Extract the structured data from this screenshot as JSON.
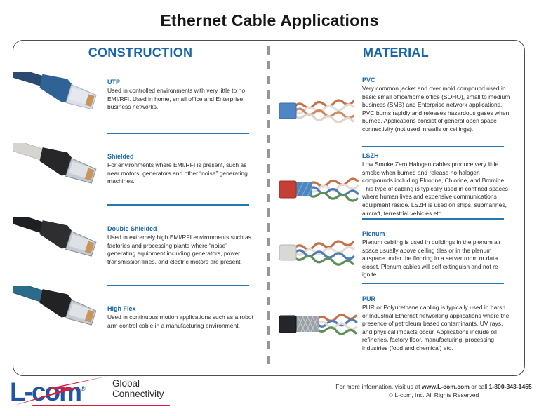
{
  "page": {
    "title": "Ethernet Cable Applications"
  },
  "columns": {
    "construction": {
      "heading": "CONSTRUCTION",
      "items": [
        {
          "title": "UTP",
          "photo": "blue-utp-patch-cable",
          "description": "Used in controlled environments with very little to no EMI/RFI. Used in home, small office and Enterprise business networks."
        },
        {
          "title": "Shielded",
          "photo": "gray-shielded-patch-cable",
          "description": "For environments where EMI/RFI is present, such as near motors, generators and other “noise” generating machines."
        },
        {
          "title": "Double Shielded",
          "photo": "black-double-shielded-patch-cable",
          "description": "Used in extremely high EMI/RFI environments such as factories and processing plants where “noise” generating equipment including generators, power transmission lines, and electric motors are present."
        },
        {
          "title": "High Flex",
          "photo": "teal-high-flex-patch-cable",
          "description": "Used in continuous motion applications such as a robot arm control cable in a manufacturing environment."
        }
      ]
    },
    "material": {
      "heading": "MATERIAL",
      "items": [
        {
          "title": "PVC",
          "photo": "blue-jacket-stripped-cable",
          "description": "Very common jacket and over mold compound used in basic small office/home office (SOHO), small to medium business (SMB) and Enterprise network applications. PVC burns rapidly and releases hazardous gases when burned. Applications consist of general open space connectivity (not used in walls or ceilings)."
        },
        {
          "title": "LSZH",
          "photo": "red-jacket-foil-shield-stripped-cable",
          "description": "Low Smoke Zero Halogen cables produce very little smoke when burned and release no halogen compounds including Fluorine, Chlorine, and Bromine. This type of cabling is typically used in confined spaces where human lives and expensive communications equipment reside. LSZH is used on ships, submarines, aircraft, terrestrial vehicles etc."
        },
        {
          "title": "Plenum",
          "photo": "white-jacket-stripped-cable",
          "description": "Plenum cabling is used in buildings in the plenum air space usually above ceiling tiles or in the plenum airspace under the flooring in a server room or data closet. Plenum cables will self extinguish and not re-ignite."
        },
        {
          "title": "PUR",
          "photo": "black-jacket-braid-shield-stripped-cable",
          "description": "PUR or Polyurethane cabling is typically used in harsh or Industrial Ethernet networking applications where the presence of petroleum based contaminants, UV rays, and physical impacts occur. Applications include oil refineries, factory floor, manufacturing, processing industries (food and chemical) etc."
        }
      ]
    }
  },
  "footer": {
    "logo": {
      "text": "L-com",
      "reg": "®",
      "tagline1": "Global",
      "tagline2": "Connectivity"
    },
    "info": {
      "prefix": "For more information, visit us at ",
      "url": "www.L-com.com",
      "middle": " or call ",
      "phone": "1-800-343-1455"
    },
    "copyright": "© L-com, Inc. All Rights Reserved"
  },
  "colors": {
    "accent_blue": "#1766ad",
    "separator_blue": "#2377b5",
    "logo_blue": "#1e55a4",
    "logo_red": "#d81e3f",
    "divider_gray": "#96969a"
  }
}
